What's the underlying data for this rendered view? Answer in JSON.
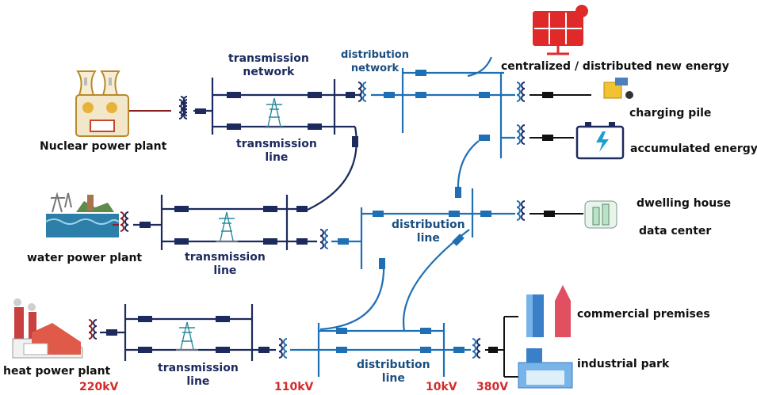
{
  "plants": {
    "nuclear": "Nuclear power plant",
    "water": "water power plant",
    "heat": "heat power plant"
  },
  "lines": {
    "transmission_network": "transmission\nnetwork",
    "distribution_network": "distribution\nnetwork",
    "transmission_line": "transmission\nline",
    "distribution_line": "distribution\nline"
  },
  "consumers": {
    "new_energy": "centralized / distributed new energy",
    "charging_pile": "charging pile",
    "accumulated_energy": "accumulated energy",
    "dwelling_house": "dwelling house",
    "data_center": "data center",
    "commercial_premises": "commercial premises",
    "industrial_park": "industrial park"
  },
  "voltages": [
    "220kV",
    "110kV",
    "10kV",
    "380V"
  ],
  "colors": {
    "transmission": "#1c2a5e",
    "distribution": "#1f6fb5",
    "voltage_text": "#d42a2a",
    "nuclear_line": "#8b2020"
  }
}
